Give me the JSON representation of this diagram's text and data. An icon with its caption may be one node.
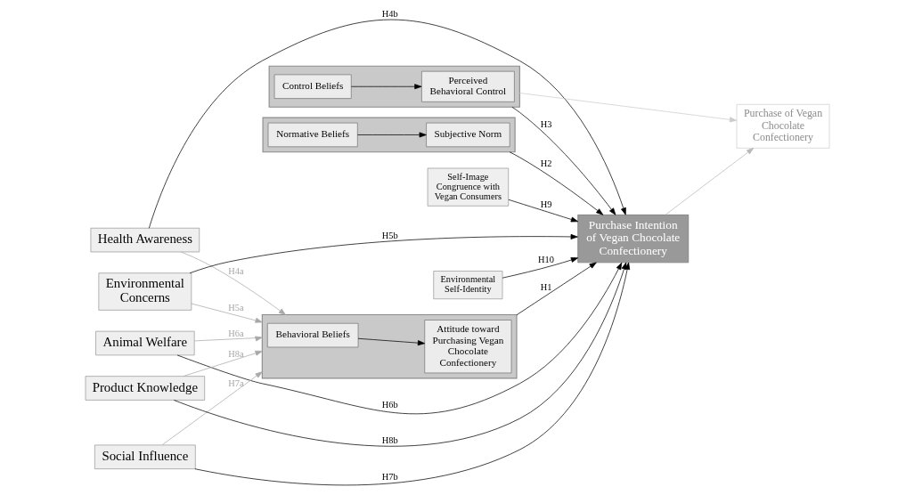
{
  "diagram": {
    "nodes": [
      {
        "text": [
          "Health Awareness"
        ]
      },
      {
        "text": [
          "Environmental Concerns"
        ]
      },
      {
        "text": [
          "Animal Welfare"
        ]
      },
      {
        "text": [
          "Social Influence"
        ]
      },
      {
        "text": [
          "Product Knowledge"
        ]
      },
      {
        "text": [],
        "shape": "box"
      },
      {
        "text": [
          "Behavioral Beliefs"
        ],
        "in": 5
      },
      {
        "text": [
          "Attitude toward Purchasing Vegan Chocolate Confectionery"
        ],
        "in": 5
      },
      {
        "text": [],
        "shape": "box"
      },
      {
        "text": [
          "Normative Beliefs"
        ],
        "in": 8
      },
      {
        "text": [
          "Subjective Norm"
        ],
        "in": 8
      },
      {
        "text": [],
        "shape": "box"
      },
      {
        "text": [
          "Control Beliefs"
        ],
        "in": 11
      },
      {
        "text": [
          "Perceived Behavioral Control"
        ],
        "in": 11
      },
      {
        "text": [
          "Self-Image Congruence with Vegan Consumers"
        ]
      },
      {
        "text": [
          "Environmental Self-Identity"
        ]
      },
      {
        "text": [
          "Purchase Intention of Vegan Chocolate Confectionery"
        ]
      },
      {
        "text": [
          "Purchase of Vegan Chocolate Confectionery"
        ]
      }
    ],
    "edges": [
      {
        "from": 0,
        "to": 5,
        "arrow": "to",
        "label": "H4a",
        "color": "#a8a8a8"
      },
      {
        "from": 1,
        "to": 5,
        "arrow": "to",
        "label": "H5a",
        "color": "#a8a8a8"
      },
      {
        "from": 2,
        "to": 5,
        "arrow": "to",
        "label": "H6a",
        "color": "#a8a8a8"
      },
      {
        "from": 3,
        "to": 5,
        "arrow": "to",
        "label": "H7a",
        "color": "#a8a8a8"
      },
      {
        "from": 4,
        "to": 5,
        "arrow": "to",
        "label": "H8a",
        "color": "#a8a8a8"
      },
      {
        "from": 6,
        "to": 7,
        "arrow": "to"
      },
      {
        "from": 9,
        "to": 10,
        "arrow": "to"
      },
      {
        "from": 12,
        "to": 13,
        "arrow": "to"
      },
      {
        "from": 5,
        "to": 16,
        "arrow": "to",
        "label": "H1"
      },
      {
        "from": 8,
        "to": 16,
        "arrow": "to",
        "label": "H2"
      },
      {
        "from": 11,
        "to": 16,
        "arrow": "to",
        "label": "H3"
      },
      {
        "from": 0,
        "to": 16,
        "arrow": "to",
        "label": "H4b"
      },
      {
        "from": 1,
        "to": 16,
        "arrow": "to",
        "label": "H5b"
      },
      {
        "from": 2,
        "to": 16,
        "arrow": "to",
        "label": "H6b"
      },
      {
        "from": 3,
        "to": 16,
        "arrow": "to",
        "label": "H7b"
      },
      {
        "from": 4,
        "to": 16,
        "arrow": "to",
        "label": "H8b"
      },
      {
        "from": 14,
        "to": 16,
        "arrow": "to",
        "label": "H9"
      },
      {
        "from": 15,
        "to": 16,
        "arrow": "to",
        "label": "H10"
      },
      {
        "from": 16,
        "to": 17,
        "arrow": "to",
        "color": "#b8b8b8"
      },
      {
        "from": 11,
        "to": 17,
        "arrow": "to",
        "color": "#cccccc"
      }
    ]
  }
}
